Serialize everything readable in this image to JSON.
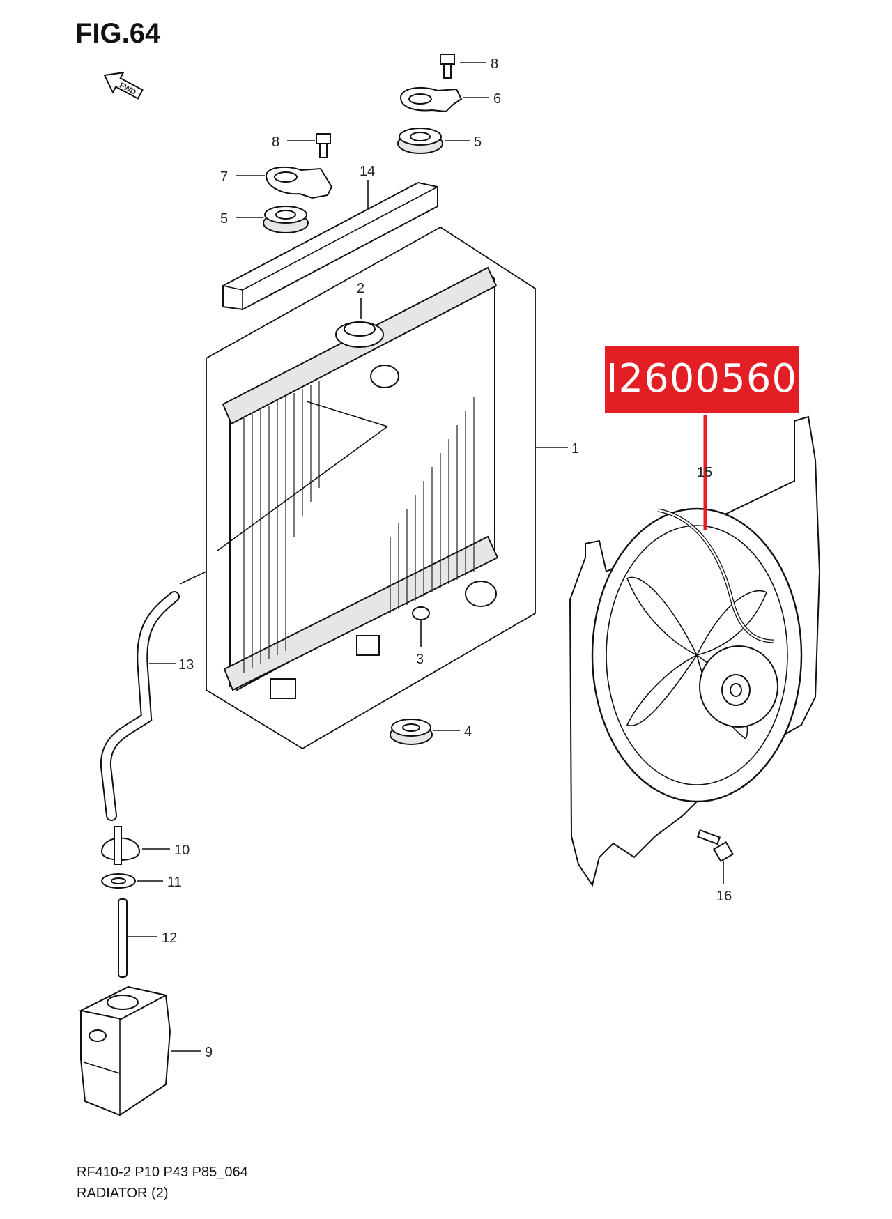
{
  "figure": {
    "title": "FIG.64",
    "fwd_label": "FWD"
  },
  "highlight": {
    "part_code": "I2600560",
    "color": "#e31e24"
  },
  "callouts": [
    {
      "id": "c1",
      "text": "1"
    },
    {
      "id": "c2",
      "text": "2"
    },
    {
      "id": "c3",
      "text": "3"
    },
    {
      "id": "c4",
      "text": "4"
    },
    {
      "id": "c5a",
      "text": "5"
    },
    {
      "id": "c5b",
      "text": "5"
    },
    {
      "id": "c6",
      "text": "6"
    },
    {
      "id": "c7",
      "text": "7"
    },
    {
      "id": "c8a",
      "text": "8"
    },
    {
      "id": "c8b",
      "text": "8"
    },
    {
      "id": "c9",
      "text": "9"
    },
    {
      "id": "c10",
      "text": "10"
    },
    {
      "id": "c11",
      "text": "11"
    },
    {
      "id": "c12",
      "text": "12"
    },
    {
      "id": "c13",
      "text": "13"
    },
    {
      "id": "c14",
      "text": "14"
    },
    {
      "id": "c15",
      "text": "15"
    },
    {
      "id": "c16",
      "text": "16"
    }
  ],
  "footer": {
    "model_line": "RF410-2 P10 P43 P85_064",
    "section": "RADIATOR (2)"
  }
}
